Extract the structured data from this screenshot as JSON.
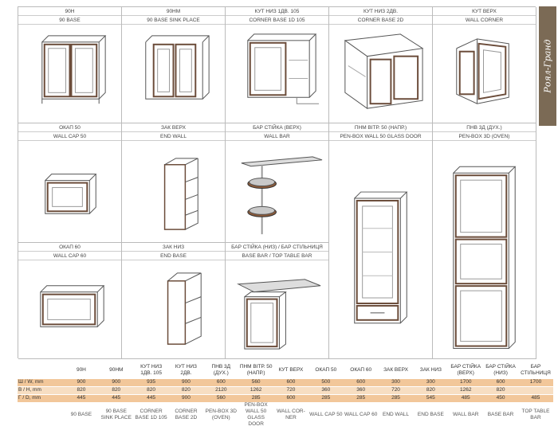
{
  "brand": {
    "name": "Роял-Гранд"
  },
  "cells": [
    {
      "id": "c1",
      "title_ua": "90Н",
      "title_en": "90 BASE"
    },
    {
      "id": "c2",
      "title_ua": "90НМ",
      "title_en": "90 BASE SINK PLACE"
    },
    {
      "id": "c3",
      "title_ua": "КУТ НИЗ 1ДВ. 105",
      "title_en": "CORNER BASE 1D 105"
    },
    {
      "id": "c4",
      "title_ua": "КУТ НИЗ 2ДВ.",
      "title_en": "CORNER BASE 2D"
    },
    {
      "id": "c5",
      "title_ua": "КУТ ВЕРХ",
      "title_en": "WALL CORNER"
    },
    {
      "id": "c6",
      "title_ua": "ОКАП 50",
      "title_en": "WALL CAP 50"
    },
    {
      "id": "c7",
      "title_ua": "ЗАК ВЕРХ",
      "title_en": "END WALL"
    },
    {
      "id": "c8",
      "title_ua": "БАР СТІЙКА (ВЕРХ)",
      "title_en": "WALL BAR"
    },
    {
      "id": "c9",
      "title_ua": "ПНМ ВІТР. 50 (НАПР.)",
      "title_en": "PEN-BOX WALL 50 GLASS DOOR"
    },
    {
      "id": "c10",
      "title_ua": "ПНВ 3Д (ДУХ.)",
      "title_en": "PEN-BOX 3D (OVEN)"
    },
    {
      "id": "c11",
      "title_ua": "ОКАП 60",
      "title_en": "WALL CAP 60"
    },
    {
      "id": "c12",
      "title_ua": "ЗАК НИЗ",
      "title_en": "END BASE"
    },
    {
      "id": "c13",
      "title_ua": "БАР СТІЙКА (НИЗ) / БАР СТІЛЬНИЦЯ",
      "title_en": "BASE BAR / TOP TABLE BAR"
    }
  ],
  "spec": {
    "columns": [
      "90Н",
      "90НМ",
      "КУТ НИЗ 1ДВ. 105",
      "КУТ НИЗ 2ДВ.",
      "ПНВ 3Д (ДУХ.)",
      "ПНМ ВІТР. 50 (НАПР.)",
      "КУТ ВЕРХ",
      "ОКАП 50",
      "ОКАП 60",
      "ЗАК ВЕРХ",
      "ЗАК НИЗ",
      "БАР СТІЙКА (ВЕРХ)",
      "БАР СТІЙКА (НИЗ)",
      "БАР СТІЛЬНИЦЯ"
    ],
    "rows": [
      {
        "label": "Ш / W, mm",
        "values": [
          "900",
          "900",
          "935",
          "900",
          "600",
          "560",
          "600",
          "500",
          "600",
          "300",
          "300",
          "1700",
          "600",
          "1700"
        ]
      },
      {
        "label": "В / H, mm",
        "values": [
          "820",
          "820",
          "820",
          "820",
          "2120",
          "1262",
          "720",
          "360",
          "360",
          "720",
          "820",
          "1262",
          "820",
          ""
        ]
      },
      {
        "label": "Г / D, mm",
        "values": [
          "445",
          "445",
          "445",
          "900",
          "560",
          "285",
          "600",
          "285",
          "285",
          "285",
          "545",
          "485",
          "450",
          "485"
        ]
      }
    ],
    "footer": [
      "90 BASE",
      "90 BASE SINK PLACE",
      "CORNER BASE 1D 105",
      "CORNER BASE 2D",
      "PEN-BOX 3D (OVEN)",
      "PEN-BOX WALL 50 GLASS DOOR",
      "WALL COR- NER",
      "WALL CAP 50",
      "WALL CAP 60",
      "END WALL",
      "END BASE",
      "WALL BAR",
      "BASE BAR",
      "TOP TABLE BAR"
    ]
  }
}
